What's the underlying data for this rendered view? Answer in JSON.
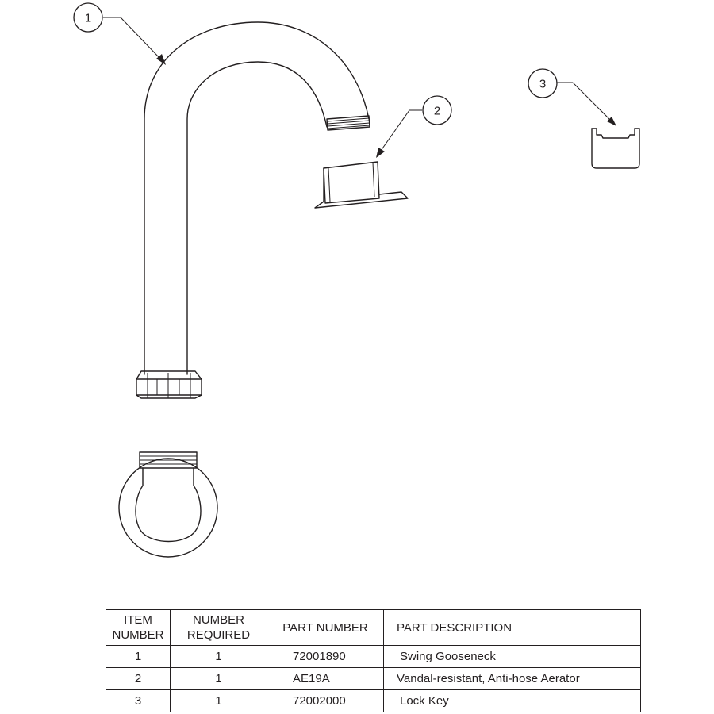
{
  "callouts": [
    {
      "number": "1",
      "part": "Swing Gooseneck"
    },
    {
      "number": "2",
      "part": "Vandal-resistant, Anti-hose Aerator"
    },
    {
      "number": "3",
      "part": "Lock Key"
    }
  ],
  "table": {
    "headers": {
      "item_number": [
        "ITEM",
        "NUMBER"
      ],
      "number_required": [
        "NUMBER",
        "REQUIRED"
      ],
      "part_number": "PART NUMBER",
      "part_description": "PART DESCRIPTION"
    },
    "rows": [
      {
        "item": "1",
        "qty": "1",
        "part_number": "72001890",
        "description": "Swing  Gooseneck"
      },
      {
        "item": "2",
        "qty": "1",
        "part_number": "AE19A",
        "description": "Vandal-resistant, Anti-hose Aerator"
      },
      {
        "item": "3",
        "qty": "1",
        "part_number": "72002000",
        "description": "Lock  Key"
      }
    ]
  },
  "colors": {
    "line": "#231f20",
    "background": "#ffffff"
  }
}
